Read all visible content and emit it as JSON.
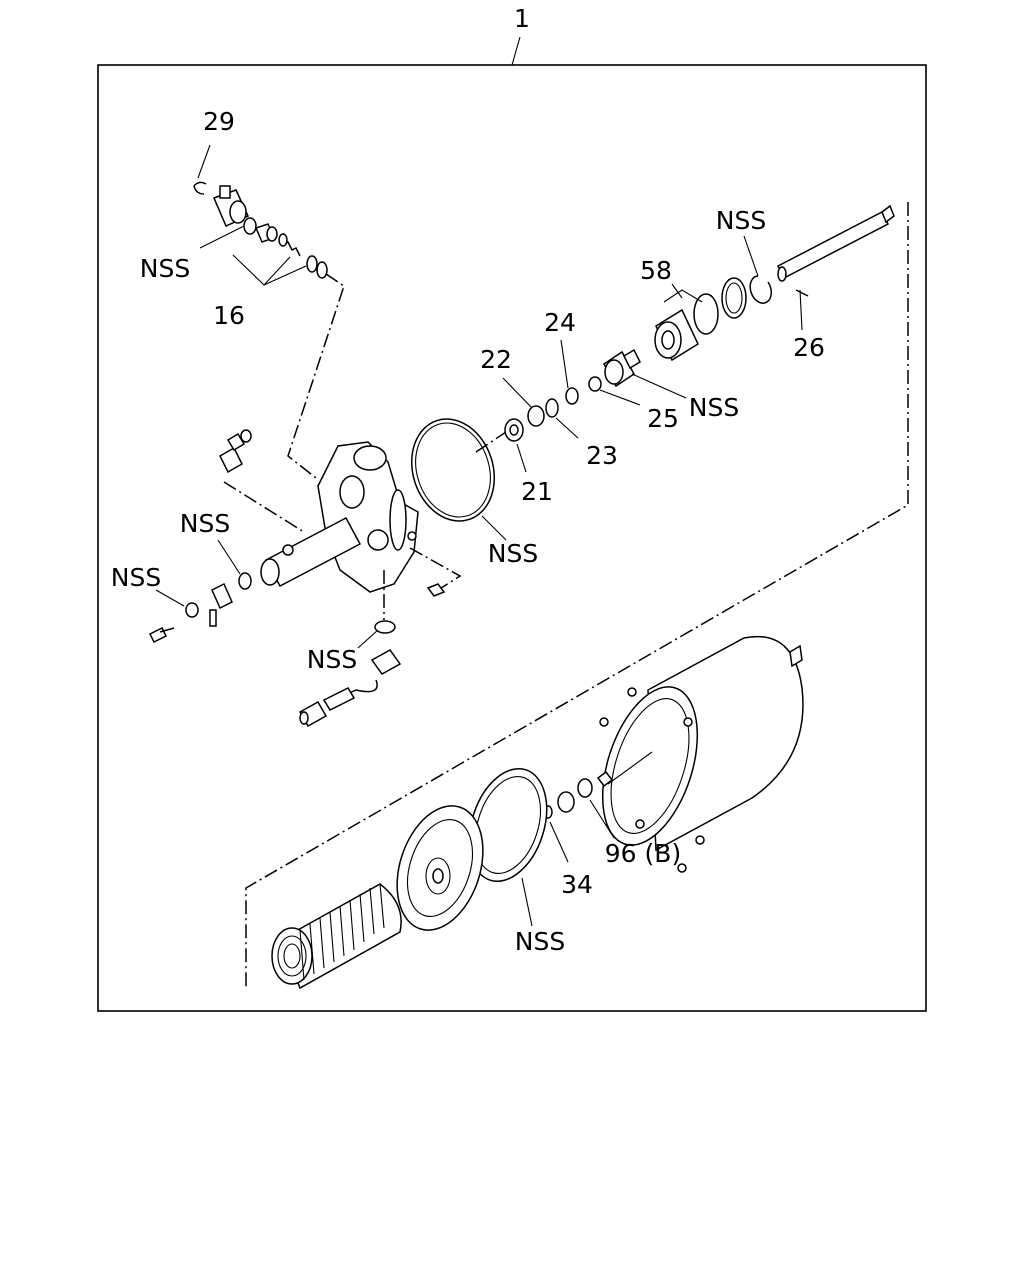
{
  "diagram": {
    "assembly_ref": "1",
    "callouts": {
      "c29": "29",
      "c16": "16",
      "c58": "58",
      "c26": "26",
      "c24": "24",
      "c22": "22",
      "c25": "25",
      "c23": "23",
      "c21": "21",
      "c34": "34",
      "c96b": "96 (B)",
      "nss": "NSS"
    }
  }
}
